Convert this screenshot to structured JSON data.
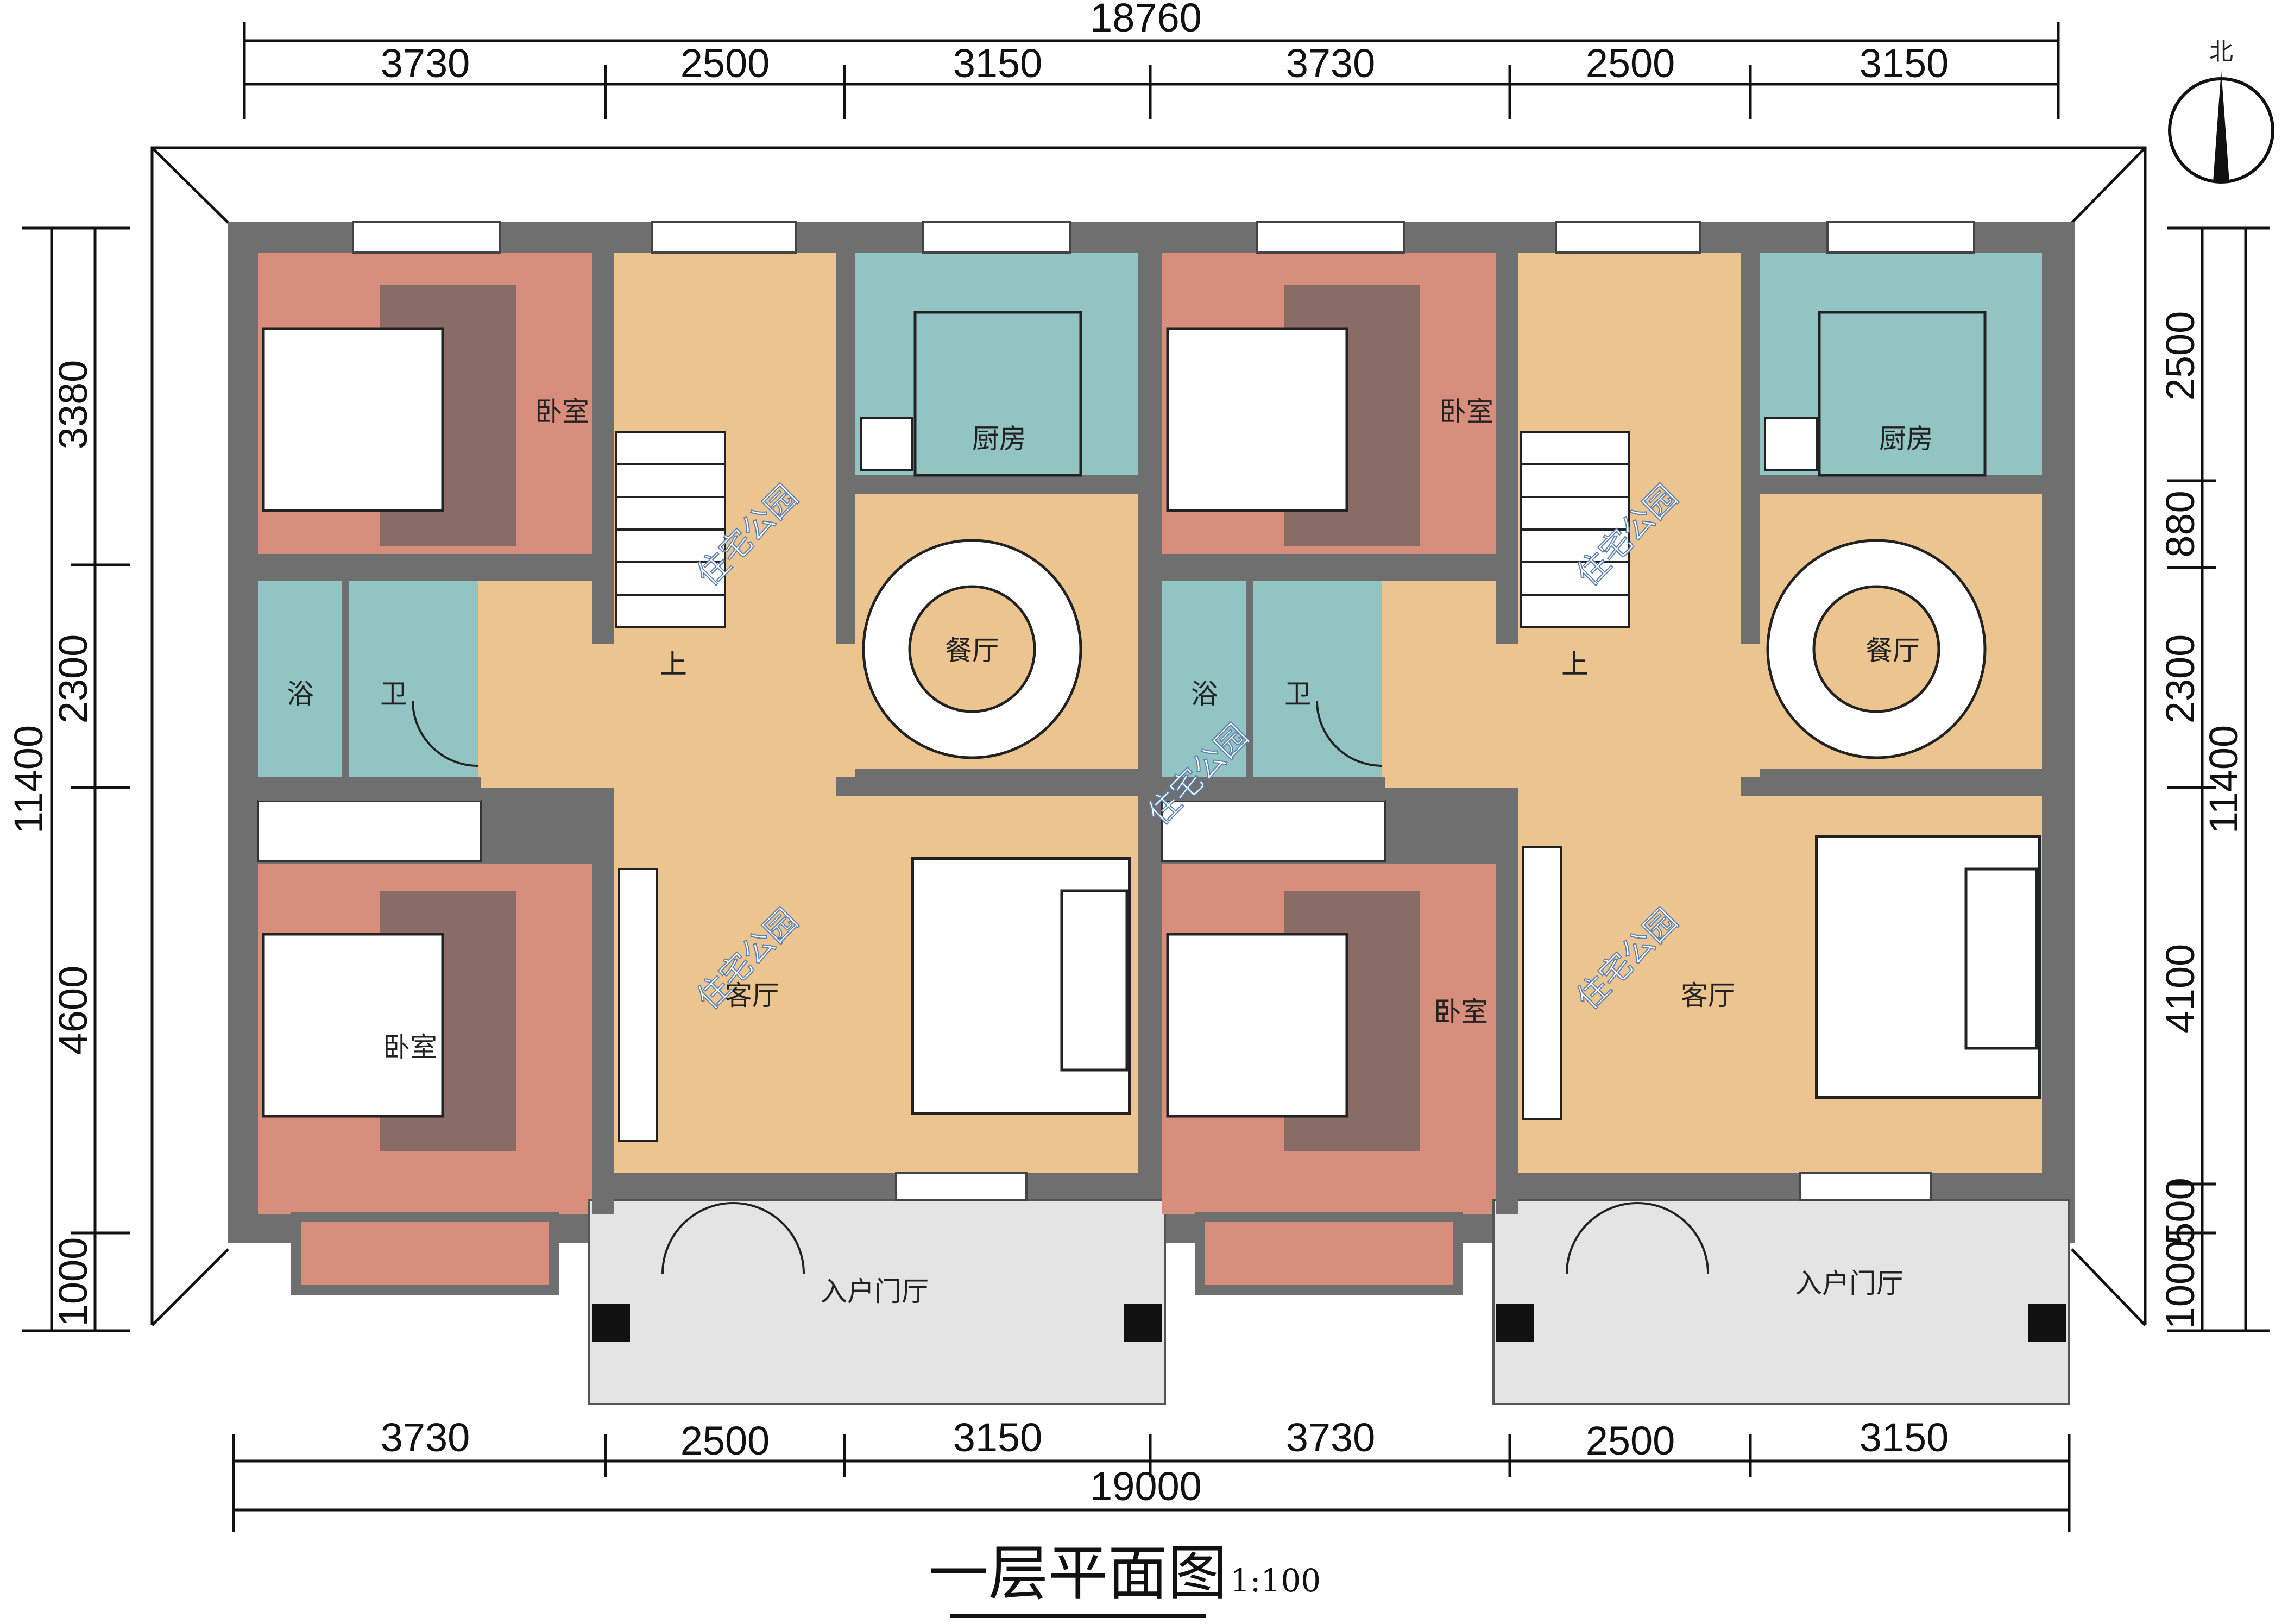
{
  "title": "一层平面图",
  "scale": "1:100",
  "north_label": "北",
  "dimensions": {
    "top_total": "18760",
    "top_segments": [
      "3730",
      "2500",
      "3150",
      "3730",
      "2500",
      "3150"
    ],
    "bottom_segments": [
      "3730",
      "2500",
      "3150",
      "3730",
      "2500",
      "3150"
    ],
    "bottom_total": "19000",
    "left_total": "11400",
    "left_segments": [
      "3380",
      "2300",
      "4600",
      "1000"
    ],
    "right_total": "11400",
    "right_segments": [
      "2500",
      "880",
      "2300",
      "4100",
      "500",
      "1000"
    ]
  },
  "rooms": {
    "bedroom": "卧室",
    "kitchen": "厨房",
    "dining": "餐厅",
    "bath": "浴",
    "toilet": "卫",
    "living": "客厅",
    "entry": "入户门厅",
    "stair_up": "上"
  },
  "watermark": "住宅公园",
  "colors": {
    "bedroom": "#d88e7d",
    "wet": "#93c4c4",
    "public": "#ebc48f",
    "wall": "#6f6f6f",
    "porch": "#e4e4e4"
  }
}
